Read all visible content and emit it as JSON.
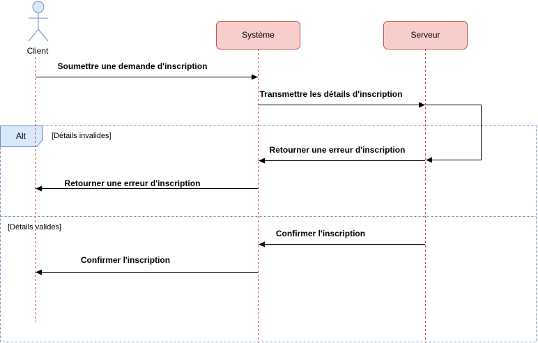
{
  "participants": {
    "client": "Client",
    "systeme": "Système",
    "serveur": "Serveur"
  },
  "messages": {
    "m1": "Soumettre une demande d'inscription",
    "m2": "Transmettre les détails d'inscription",
    "m3": "Retourner une erreur d'inscription",
    "m4": "Retourner une erreur d'inscription",
    "m5": "Confirmer  l'inscription",
    "m6": "Confirmer  l'inscription"
  },
  "fragment": {
    "operator": "Alt",
    "guard_invalid": "[Détails invalides]",
    "guard_valid": "[Détails valides]"
  },
  "colors": {
    "actor_fill": "#dae8fc",
    "actor_stroke": "#6c8ebf",
    "box_fill": "#f8cecc",
    "box_stroke": "#b85450",
    "lifeline": "#b85450",
    "fragment_border": "#6c8ebf",
    "guard_invalid": "#e02020",
    "guard_valid": "#1a9a1a"
  }
}
